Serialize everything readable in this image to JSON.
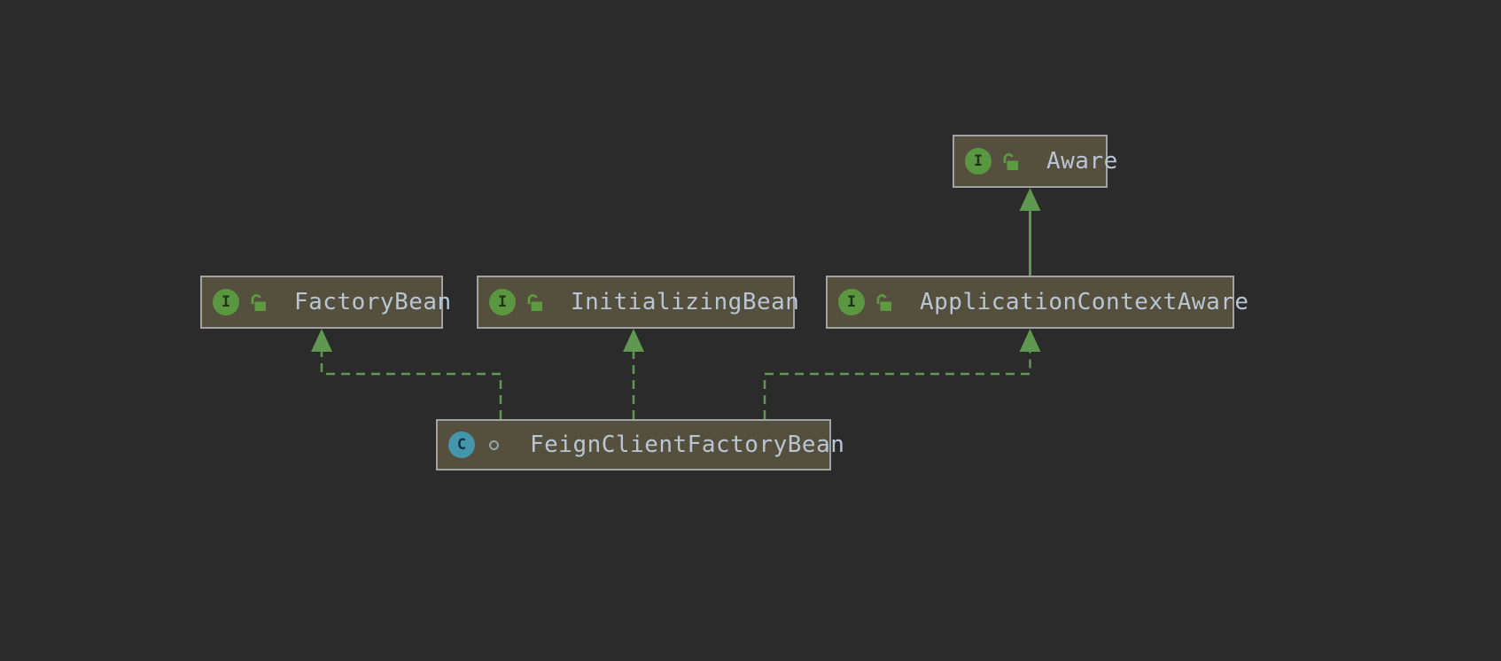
{
  "diagram": {
    "description": "UML class diagram (IDE dark theme) showing FeignClientFactoryBean implementing three Spring interfaces, one of which extends Aware",
    "nodes": [
      {
        "id": "aware",
        "label": "Aware",
        "kind": "interface",
        "icon_letter": "I",
        "visibility": "public"
      },
      {
        "id": "factory-bean",
        "label": "FactoryBean",
        "kind": "interface",
        "icon_letter": "I",
        "visibility": "public"
      },
      {
        "id": "initializing-bean",
        "label": "InitializingBean",
        "kind": "interface",
        "icon_letter": "I",
        "visibility": "public"
      },
      {
        "id": "application-context-aware",
        "label": "ApplicationContextAware",
        "kind": "interface",
        "icon_letter": "I",
        "visibility": "public"
      },
      {
        "id": "feign-client-factory-bean",
        "label": "FeignClientFactoryBean",
        "kind": "class",
        "icon_letter": "C",
        "visibility": "package-local"
      }
    ],
    "edges": [
      {
        "from": "ApplicationContextAware",
        "to": "Aware",
        "relation": "extends",
        "line": "solid"
      },
      {
        "from": "FeignClientFactoryBean",
        "to": "FactoryBean",
        "relation": "implements",
        "line": "dashed"
      },
      {
        "from": "FeignClientFactoryBean",
        "to": "InitializingBean",
        "relation": "implements",
        "line": "dashed"
      },
      {
        "from": "FeignClientFactoryBean",
        "to": "ApplicationContextAware",
        "relation": "implements",
        "line": "dashed"
      }
    ],
    "colors": {
      "canvas_bg": "#2B2B2B",
      "node_bg": "#55503E",
      "node_border": "#A2A2A2",
      "node_text": "#BAC5D3",
      "edge_green": "#5F9850",
      "interface_icon_bg": "#5B9741",
      "class_icon_bg": "#4496AD",
      "lock_green": "#5C9C3F"
    }
  }
}
